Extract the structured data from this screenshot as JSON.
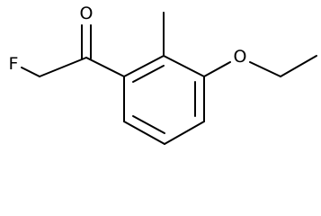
{
  "molecule": {
    "atoms": {
      "oxygen_carbonyl": "O",
      "fluorine": "F",
      "oxygen_ether": "O"
    }
  }
}
